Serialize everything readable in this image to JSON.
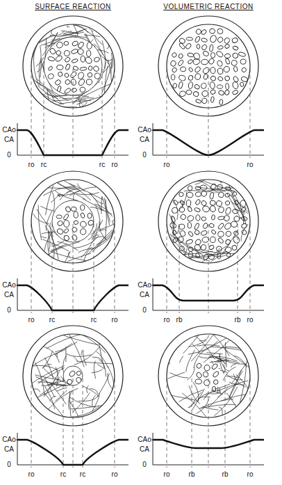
{
  "diagram": {
    "labels": [
      "SURFACE REACTION",
      "VOLUMETRIC REACTION",
      "CAo",
      "CA",
      "0",
      "ro",
      "rc",
      "rc",
      "ro",
      "CAo",
      "CA",
      "0",
      "ro",
      "ro",
      "CAo",
      "CA",
      "0",
      "ro",
      "rc",
      "rc",
      "ro",
      "CAo",
      "CA",
      "0",
      "ro",
      "rb",
      "rb",
      "ro",
      "CAo",
      "CA",
      "0",
      "ro",
      "rc",
      "rc",
      "ro",
      "CAo",
      "CA",
      "0",
      "ro",
      "rb",
      "rb",
      "ro"
    ]
  }
}
